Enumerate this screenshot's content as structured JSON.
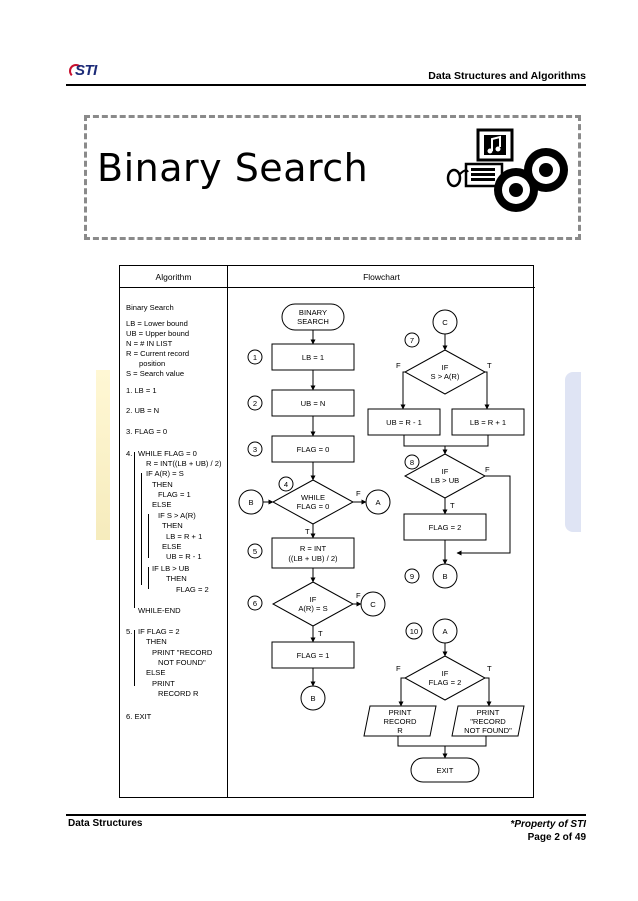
{
  "header": {
    "logo_text": "STI",
    "title": "Data Structures and Algorithms"
  },
  "banner": {
    "title": "Binary Search"
  },
  "panel": {
    "algorithm_header": "Algorithm",
    "flowchart_header": "Flowchart"
  },
  "algorithm": [
    "Binary Search",
    "LB = Lower bound",
    "UB = Upper bound",
    "N = # IN LIST",
    "R = Current record",
    "position",
    "S = Search value",
    "1.  LB = 1",
    "2.  UB = N",
    "3.  FLAG = 0",
    "4.",
    "WHILE FLAG = 0",
    "R = INT((LB + UB) / 2)",
    "IF A(R) = S",
    "THEN",
    "FLAG = 1",
    "ELSE",
    "IF S > A(R)",
    "THEN",
    "LB = R + 1",
    "ELSE",
    "UB = R - 1",
    "IF LB > UB",
    "THEN",
    "FLAG = 2",
    "WHILE-END",
    "5.",
    "IF FLAG = 2",
    "THEN",
    "PRINT \"RECORD",
    "NOT FOUND\"",
    "ELSE",
    "PRINT",
    "RECORD R",
    "6.  EXIT"
  ],
  "flowchart": {
    "start": [
      "BINARY",
      "SEARCH"
    ],
    "step_numbers": [
      "1",
      "2",
      "3",
      "4",
      "5",
      "6",
      "7",
      "8",
      "9",
      "10"
    ],
    "lb_init": "LB = 1",
    "ub_init": "UB = N",
    "flag_init": "FLAG = 0",
    "while": [
      "WHILE",
      "FLAG = 0"
    ],
    "mid": [
      "R = INT",
      "((LB + UB) / 2)"
    ],
    "if_found": [
      "IF",
      "A(R) = S"
    ],
    "flag_1": "FLAG = 1",
    "connector_b": "B",
    "connector_a": "A",
    "connector_c": "C",
    "if_greater": [
      "IF",
      "S > A(R)"
    ],
    "ub_update": "UB = R - 1",
    "lb_update": "LB = R + 1",
    "if_lb_ub": [
      "IF",
      "LB > UB"
    ],
    "flag_2": "FLAG = 2",
    "if_flag2": [
      "IF",
      "FLAG = 2"
    ],
    "print_record": [
      "PRINT",
      "RECORD",
      "R"
    ],
    "print_not_found": [
      "PRINT",
      "\"RECORD",
      "NOT FOUND\""
    ],
    "exit": "EXIT",
    "label_t": "T",
    "label_f": "F"
  },
  "footer": {
    "left": "Data Structures",
    "property": "*Property of STI",
    "page": "Page 2 of 49"
  }
}
